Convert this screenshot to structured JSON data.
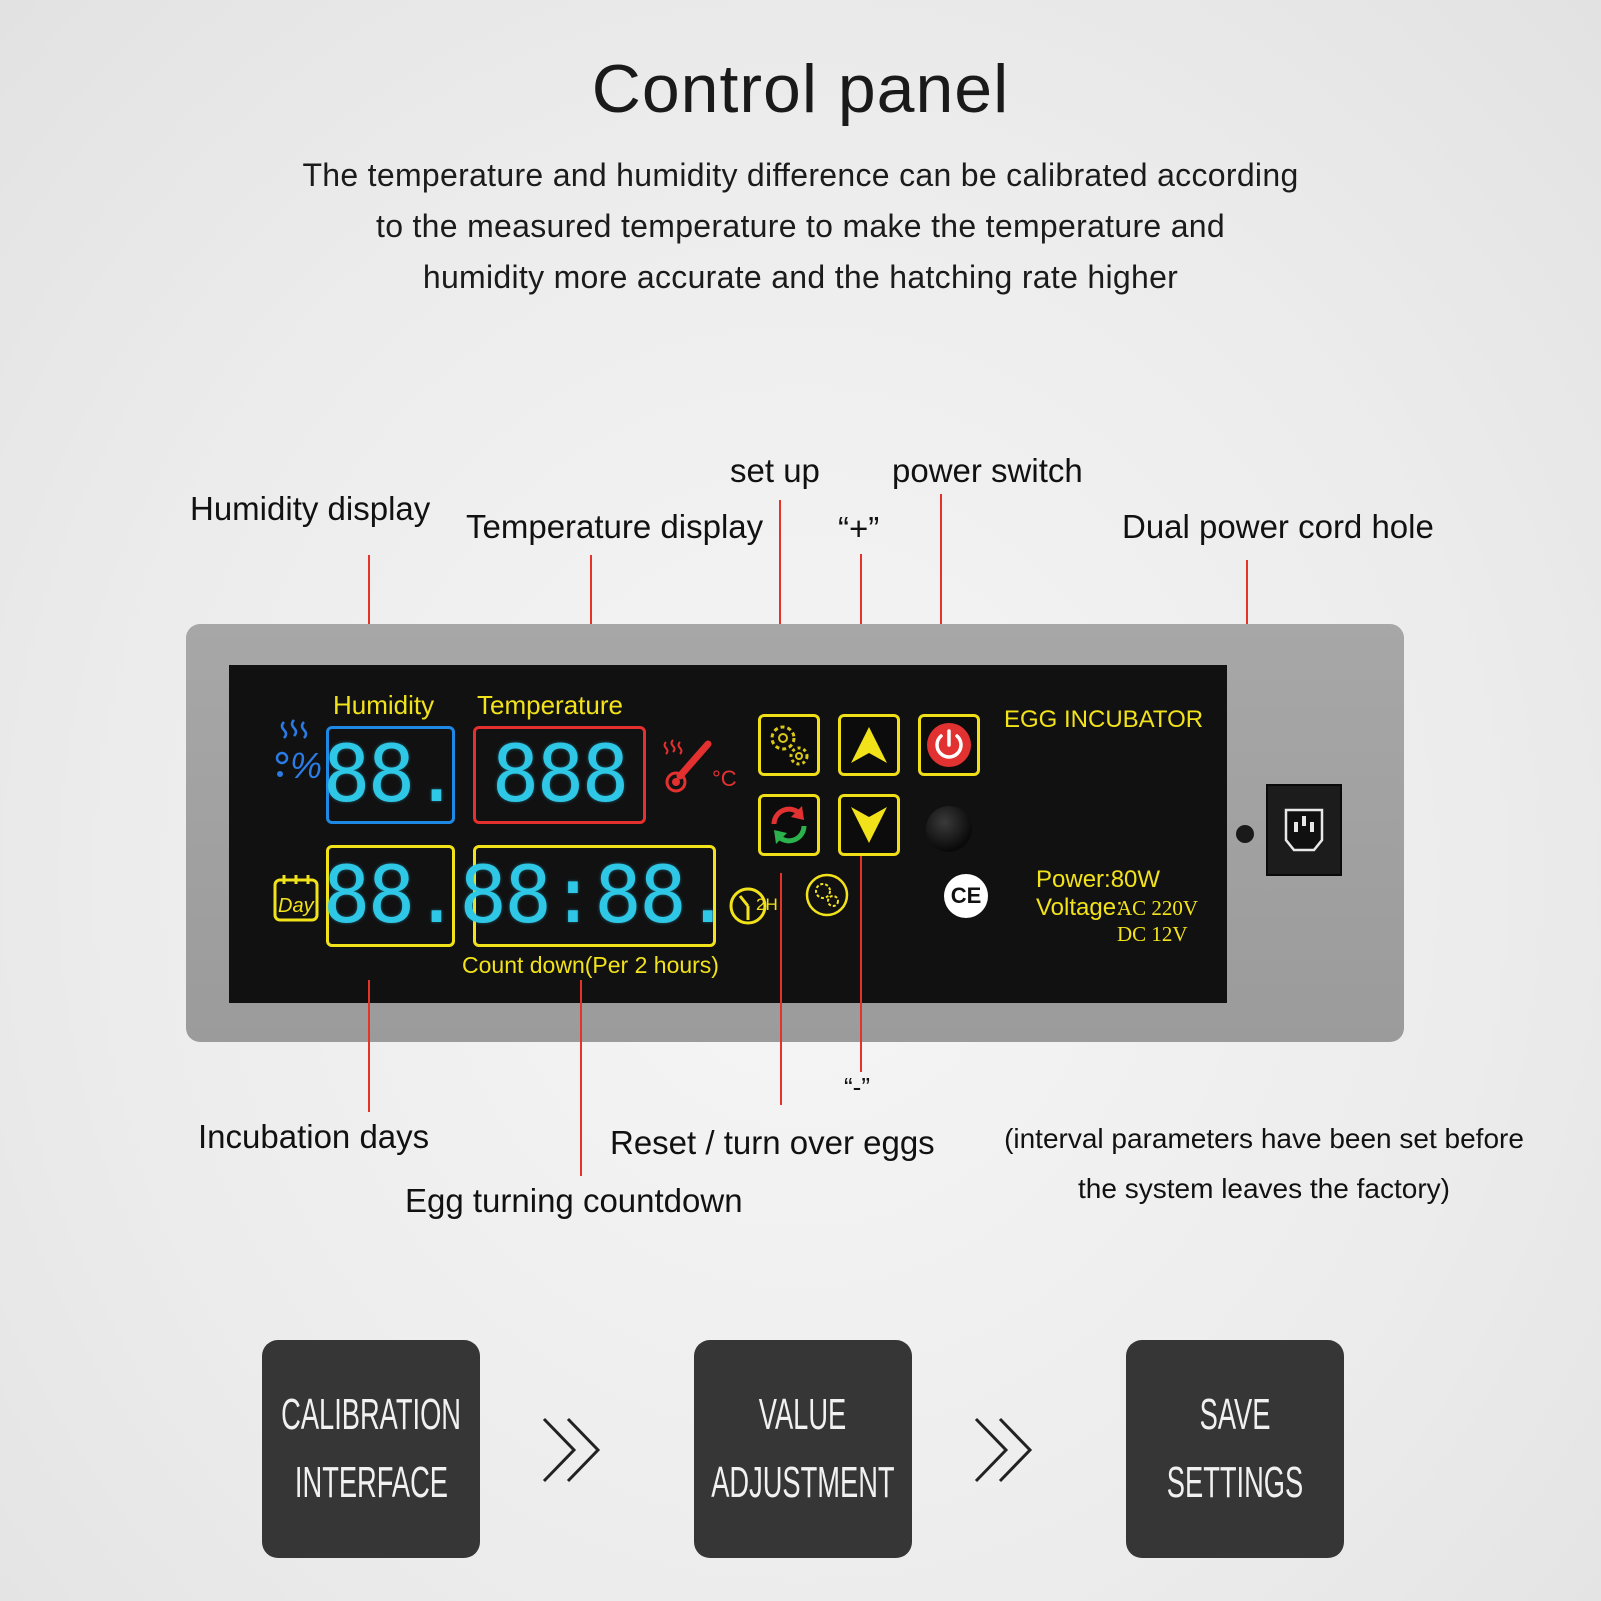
{
  "header": {
    "title": "Control panel",
    "subtitle_lines": [
      "The temperature and humidity difference can be calibrated according",
      "to the measured temperature to make the temperature and",
      "humidity more accurate and the hatching rate higher"
    ]
  },
  "callouts": {
    "humidity_display": "Humidity display",
    "temperature_display": "Temperature display",
    "set_up": "set up",
    "plus": "“+”",
    "power_switch": "power switch",
    "dual_power_cord_hole": "Dual power cord hole",
    "incubation_days": "Incubation days",
    "egg_turning_countdown": "Egg turning countdown",
    "reset_turn_over_eggs": "Reset / turn over eggs",
    "minus": "“-”",
    "factory_note_lines": [
      "(interval parameters have been set before",
      "the system leaves the factory)"
    ]
  },
  "panel": {
    "humidity_label": "Humidity",
    "temperature_label": "Temperature",
    "humidity_digits": "88.",
    "temperature_digits": "888",
    "days_digits": "88.",
    "countdown_digits": "88:88.",
    "countdown_label": "Count down(Per 2 hours)",
    "day_icon_text": "Day",
    "brand": "EGG INCUBATOR",
    "power": "Power:80W",
    "voltage": "Voltage:",
    "voltage_ac": "AC 220V",
    "voltage_dc": "DC 12V",
    "ce_mark": "CE",
    "timer_icon_text": "2H",
    "celsius": "°C",
    "colors": {
      "digit": "#2fc7e6",
      "humidity_frame": "#1e88e5",
      "temperature_frame": "#e53030",
      "yellow": "#f2e21a",
      "leader": "#e5332a"
    }
  },
  "icons": [
    "gear-icon",
    "up-arrow-icon",
    "power-icon",
    "refresh-icon",
    "down-arrow-icon",
    "indicator-led-icon",
    "humidity-icon",
    "thermometer-icon",
    "calendar-icon",
    "timer-icon",
    "chevron-double-right-icon",
    "power-socket-icon"
  ],
  "steps": [
    {
      "lines": [
        "CALIBRATION",
        "INTERFACE"
      ]
    },
    {
      "lines": [
        "VALUE",
        "ADJUSTMENT"
      ]
    },
    {
      "lines": [
        "SAVE",
        "SETTINGS"
      ]
    }
  ]
}
